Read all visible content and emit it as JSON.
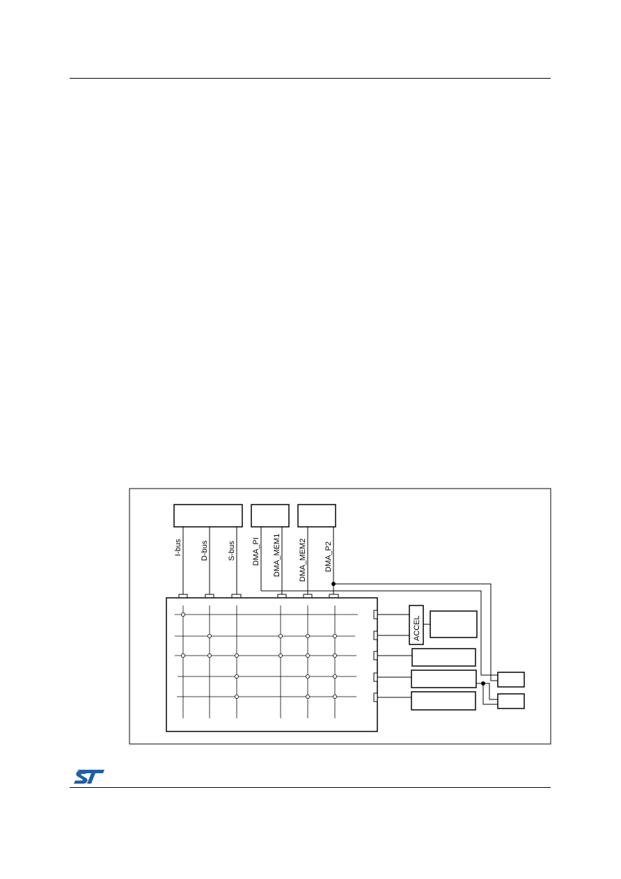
{
  "diagram": {
    "bus_labels": [
      "I-bus",
      "D-bus",
      "S-bus",
      "DMA_PI",
      "DMA_MEM1",
      "DMA_MEM2",
      "DMA_P2"
    ],
    "accel_label": "ACCEL"
  },
  "footer": {
    "logo": "ST"
  }
}
